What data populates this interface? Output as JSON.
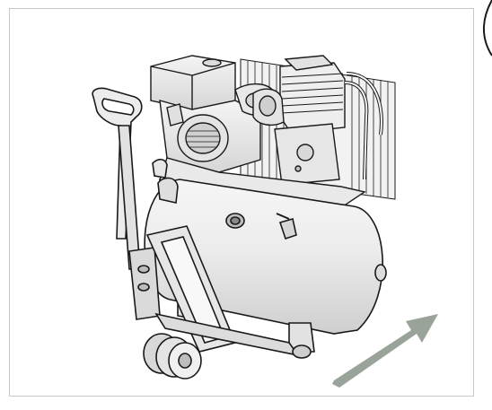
{
  "figure": {
    "subject": "engine-driven-air-compressor-on-pallet-jack",
    "icons": [
      "compressor-illustration-icon",
      "pallet-jack-icon",
      "direction-arrow-icon",
      "corner-curve-icon"
    ],
    "colors": {
      "frame": "#c8c8c8",
      "line": "#1a1a1a",
      "tank_fill": "#ececec",
      "arrow": "#9aa39a"
    },
    "direction_arrow": {
      "from": "bottom-left",
      "to": "top-right"
    }
  }
}
